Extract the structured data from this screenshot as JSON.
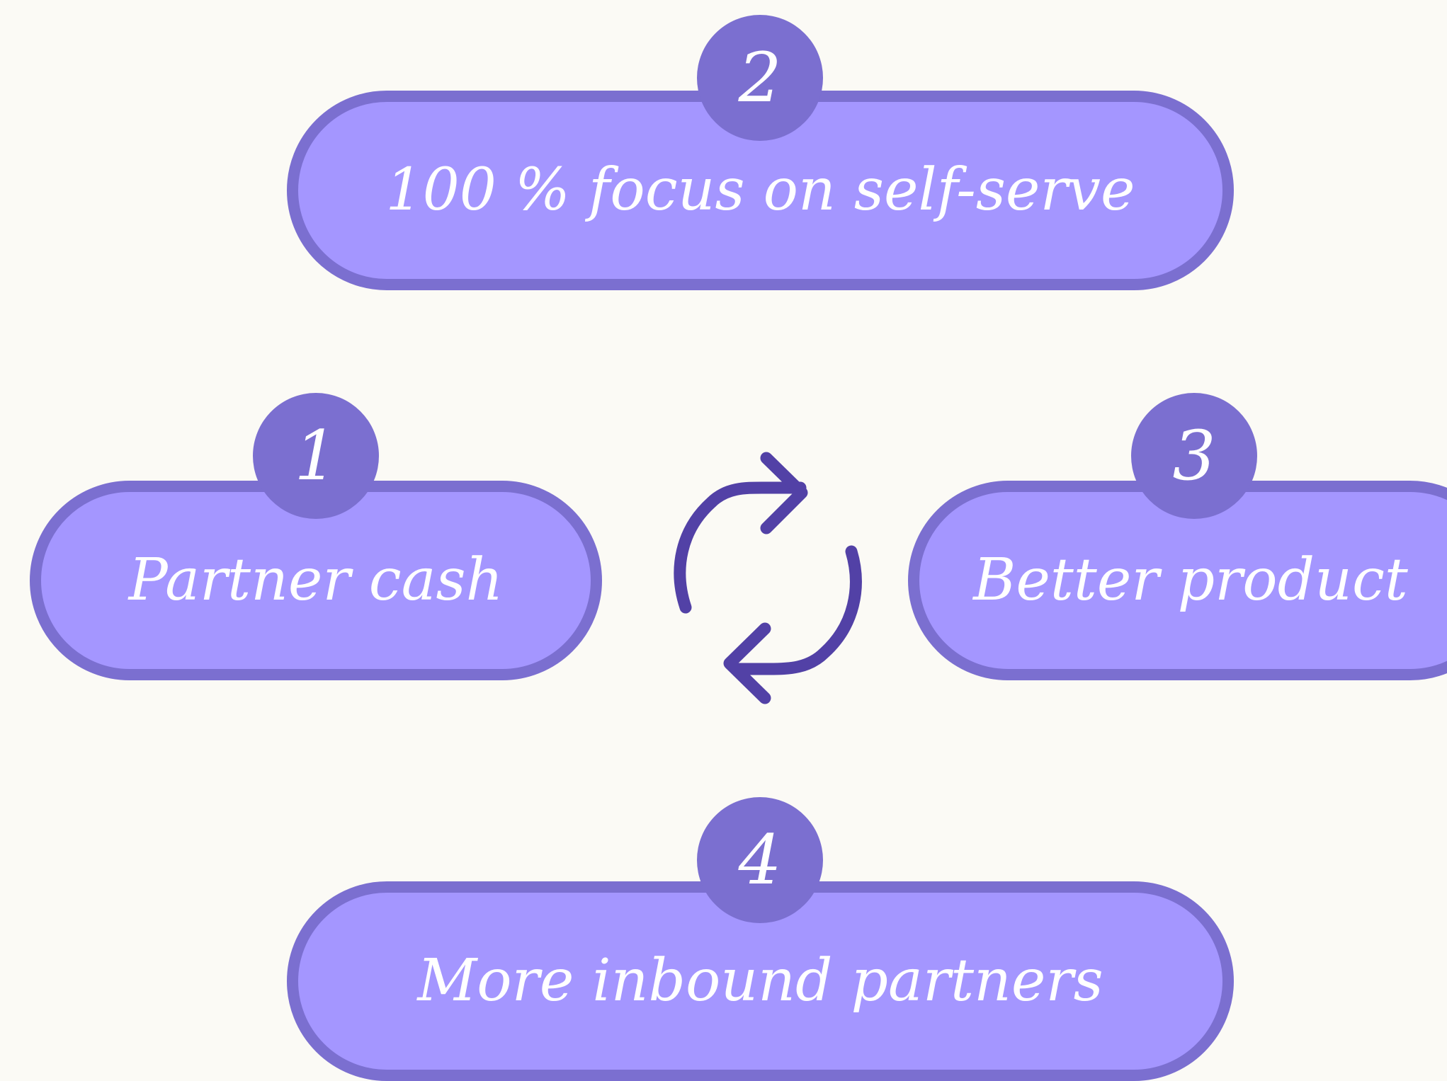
{
  "colors": {
    "background": "#fbfaf5",
    "pill_fill": "#a496ff",
    "pill_border": "#7b6fd0",
    "badge_fill": "#7b6fd0",
    "cycle_arrows": "#5241a6",
    "text": "#ffffff"
  },
  "steps": [
    {
      "number": "1",
      "label": "Partner cash"
    },
    {
      "number": "2",
      "label": "100 % focus on self-serve"
    },
    {
      "number": "3",
      "label": "Better product"
    },
    {
      "number": "4",
      "label": "More inbound partners"
    }
  ],
  "center_icon": "refresh-cycle-icon"
}
